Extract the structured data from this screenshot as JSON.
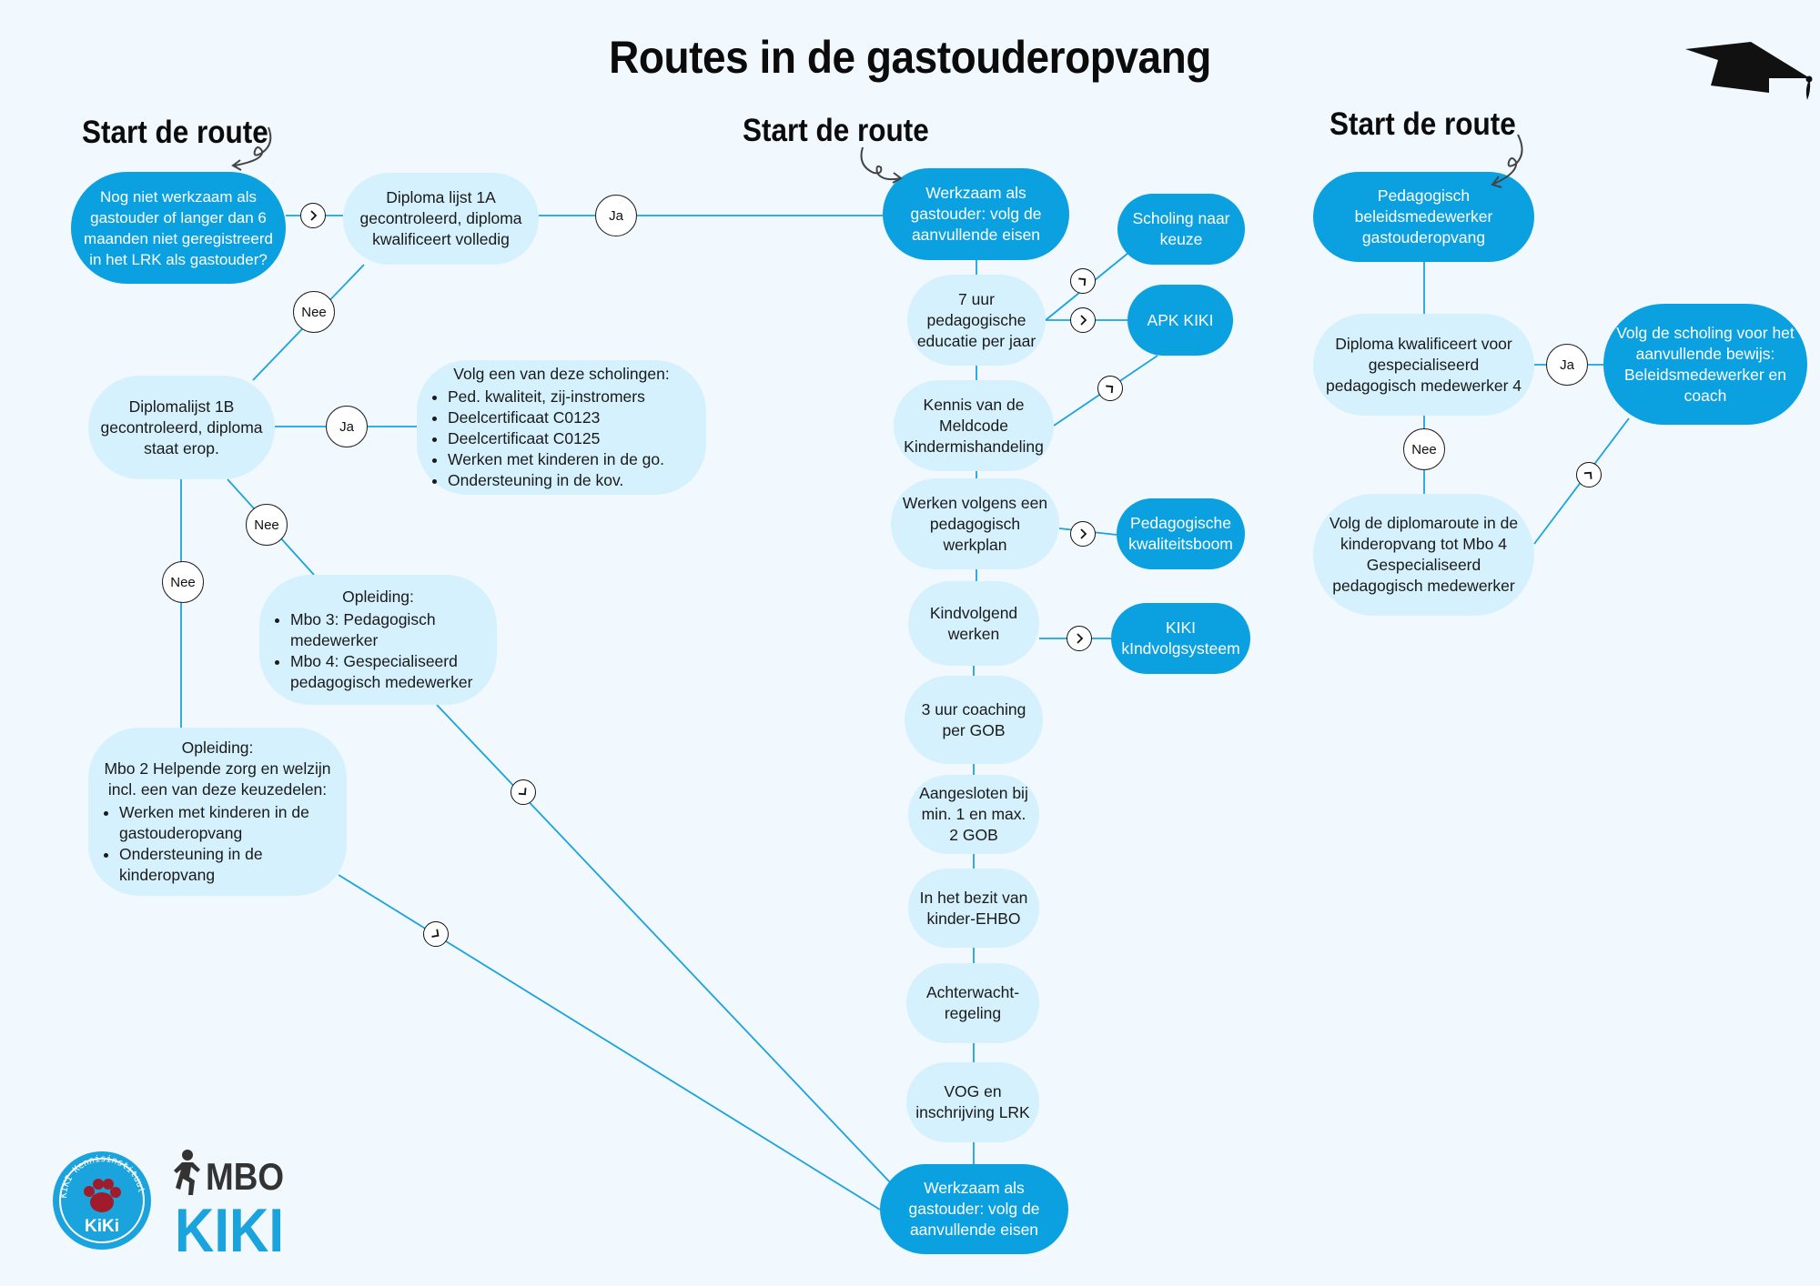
{
  "title": "Routes in de gastouderopvang",
  "start_labels": [
    "Start de route",
    "Start de route",
    "Start de route"
  ],
  "colors": {
    "dark_node": "#0ba0e0",
    "light_node": "#d5f1fd",
    "connector": "#1aa3dc",
    "background": "#f1f8fe"
  },
  "nodes": {
    "nog_niet_werkzaam": {
      "text": "Nog niet werkzaam als gastouder of langer dan 6 maanden niet geregistreerd in het LRK als gastouder?"
    },
    "diploma_1a": {
      "text": "Diploma lijst 1A gecontroleerd, diploma kwalificeert volledig"
    },
    "diplomalijst_1b": {
      "text": "Diplomalijst 1B gecontroleerd, diploma staat erop."
    },
    "scholingen": {
      "head": "Volg een van deze scholingen:",
      "items": [
        "Ped. kwaliteit, zij-instromers",
        "Deelcertificaat C0123",
        "Deelcertificaat C0125",
        "Werken met kinderen in de go.",
        "Ondersteuning in de kov."
      ]
    },
    "opleiding_mbo34": {
      "head": "Opleiding:",
      "items": [
        "Mbo 3: Pedagogisch medewerker",
        "Mbo 4: Gespecialiseerd pedagogisch medewerker"
      ]
    },
    "opleiding_mbo2": {
      "head": "Opleiding:",
      "sub": "Mbo 2 Helpende zorg en welzijn incl. een van deze keuzedelen:",
      "items": [
        "Werken met kinderen in de gastouderopvang",
        "Ondersteuning in de kinderopvang"
      ]
    },
    "werkzaam_top": {
      "text": "Werkzaam als gastouder: volg de aanvullende eisen"
    },
    "zeven_uur": {
      "text": "7 uur pedagogische educatie per jaar"
    },
    "scholing_keuze": {
      "text": "Scholing naar keuze"
    },
    "apk_kiki": {
      "text": "APK KIKI"
    },
    "meldcode": {
      "text": "Kennis van de Meldcode Kindermishandeling"
    },
    "werkplan": {
      "text": "Werken volgens een pedagogisch werkplan"
    },
    "kwaliteitsboom": {
      "text": "Pedagogische kwaliteitsboom"
    },
    "kindvolgend": {
      "text": "Kindvolgend werken"
    },
    "kindvolgsysteem": {
      "text": "KIKI kIndvolgsysteem"
    },
    "coaching": {
      "text": "3 uur coaching per GOB"
    },
    "aangesloten": {
      "text": "Aangesloten bij min. 1 en max. 2 GOB"
    },
    "ehbo": {
      "text": "In het bezit van kinder-EHBO"
    },
    "achterwacht": {
      "text": "Achterwacht-regeling"
    },
    "vog": {
      "text": "VOG en inschrijving LRK"
    },
    "werkzaam_bottom": {
      "text": "Werkzaam als gastouder: volg de aanvullende eisen"
    },
    "ped_beleid": {
      "text": "Pedagogisch beleidsmedewerker gastouderopvang"
    },
    "diploma_gpm4": {
      "text": "Diploma kwalificeert voor gespecialiseerd pedagogisch medewerker 4"
    },
    "scholing_bewijs": {
      "text": "Volg de scholing voor het aanvullende bewijs: Beleidsmedewerker en coach"
    },
    "diplomaroute": {
      "text": "Volg de diplomaroute in de kinderopvang tot Mbo 4 Gespecialiseerd pedagogisch medewerker"
    }
  },
  "badges": {
    "ja": "Ja",
    "nee": "Nee"
  },
  "logos": {
    "kiki_ring_text": "KIKI Kennisinstituut",
    "kiki_word": "KiKi",
    "mbo_top": "MBO",
    "mbo_bottom": "KIKI"
  },
  "icons": [
    "graduation-cap-icon",
    "chevron-right-icon",
    "start-arrow-icon",
    "paw-icon",
    "runner-icon"
  ]
}
